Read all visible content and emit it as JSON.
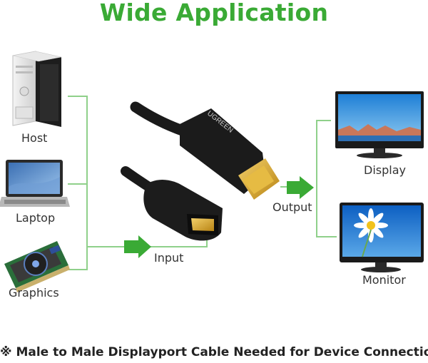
{
  "title": "Wide Application",
  "sources": {
    "host": "Host",
    "laptop": "Laptop",
    "graphics": "Graphics"
  },
  "connectors": {
    "input": "Input",
    "output": "Output"
  },
  "destinations": {
    "display": "Display",
    "monitor": "Monitor"
  },
  "cable_brand": "UGREEN",
  "footnote": "※ Male to Male Displayport Cable Needed for Device Connection",
  "colors": {
    "accent_green": "#3aaa35",
    "line_green": "#8fd08a",
    "arrow_green": "#3aaa35",
    "gold": "#d7a520"
  }
}
